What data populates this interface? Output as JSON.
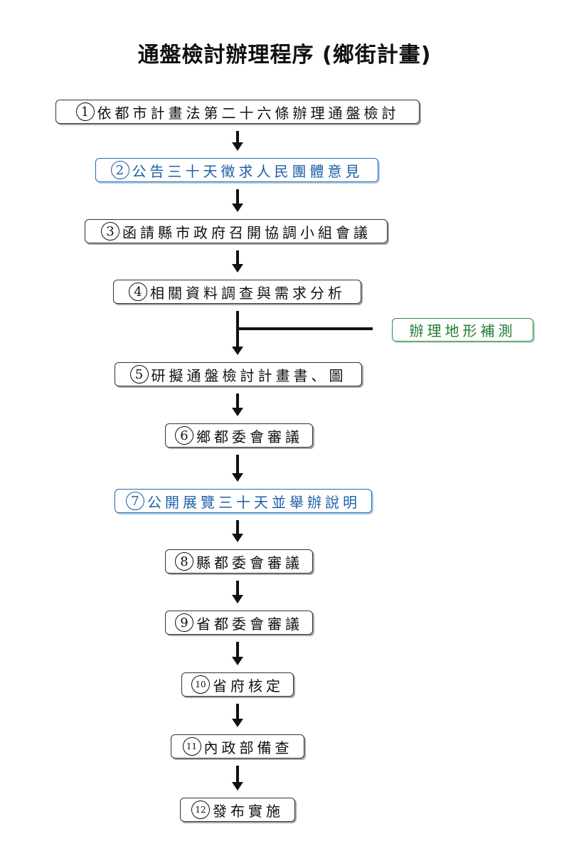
{
  "title": "通盤檢討辦理程序 (鄉街計畫)",
  "steps": [
    {
      "num": "1",
      "text": "依都市計畫法第二十六條辦理通盤檢討"
    },
    {
      "num": "2",
      "text": "公告三十天徵求人民團體意見"
    },
    {
      "num": "3",
      "text": "函請縣市政府召開協調小組會議"
    },
    {
      "num": "4",
      "text": "相關資料調查與需求分析"
    },
    {
      "num": "5",
      "text": "研擬通盤檢討計畫書、圖"
    },
    {
      "num": "6",
      "text": "鄉都委會審議"
    },
    {
      "num": "7",
      "text": "公開展覽三十天並舉辦說明"
    },
    {
      "num": "8",
      "text": "縣都委會審議"
    },
    {
      "num": "9",
      "text": "省都委會審議"
    },
    {
      "num": "10",
      "text": "省府核定"
    },
    {
      "num": "11",
      "text": "內政部備查"
    },
    {
      "num": "12",
      "text": "發布實施"
    }
  ],
  "side_note": "辦理地形補測",
  "colors": {
    "black": "#111111",
    "blue": "#1f6db5",
    "green": "#2f8a3e"
  }
}
